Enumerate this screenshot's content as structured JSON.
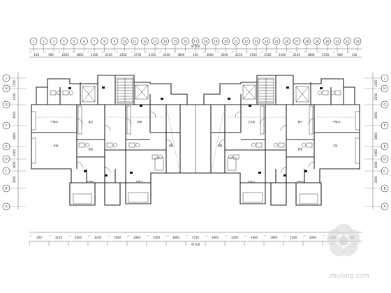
{
  "top_axes": [
    "1",
    "2",
    "3",
    "4",
    "5",
    "6",
    "7",
    "8",
    "9",
    "10",
    "11",
    "12",
    "13",
    "14",
    "15",
    "16",
    "17",
    "18",
    "19",
    "20",
    "21",
    "22",
    "23",
    "24",
    "25",
    "26",
    "27",
    "28",
    "29",
    "30",
    "31",
    "32",
    "33"
  ],
  "top_dims": [
    "100",
    "900",
    "2350",
    "1800",
    "2100",
    "2100",
    "2350",
    "2700",
    "2150",
    "3300",
    "3000",
    "100",
    "3000",
    "3300",
    "2150",
    "2700",
    "2350",
    "2100",
    "2100",
    "1800",
    "2350",
    "900",
    "100"
  ],
  "top_total": "47100",
  "left_axes": [
    "J",
    "H",
    "G",
    "F",
    "E",
    "D",
    "C",
    "B",
    "A"
  ],
  "left_dims": [
    "1050",
    "1650",
    "3600",
    "3800",
    "3900",
    "1600",
    "3600"
  ],
  "bottom_dims": [
    "100",
    "3150",
    "3000",
    "3200",
    "1900",
    "1900",
    "3200",
    "3600",
    "3510",
    "3600",
    "3200",
    "1900",
    "1900",
    "3200",
    "3000",
    "3150",
    "100"
  ],
  "bottom_total": "47100",
  "room_tags": [
    "户型A1",
    "户型A2",
    "户型B1",
    "户型B2",
    "户型C1",
    "户型C2",
    "卧室",
    "主卧",
    "客厅",
    "餐厅",
    "厨房",
    "卫生间",
    "阳台",
    "前室",
    "电梯",
    "楼梯"
  ],
  "watermark": "zhulong.com"
}
